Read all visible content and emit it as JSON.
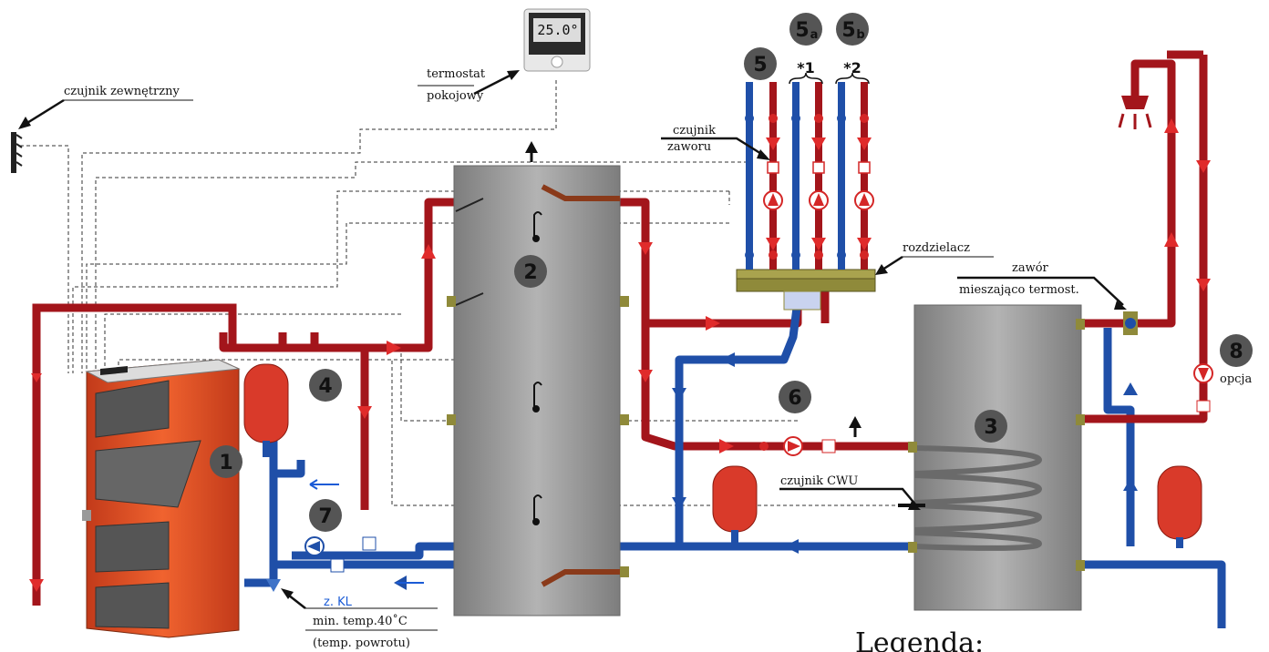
{
  "labels": {
    "outdoor_sensor": "czujnik zewnętrzny",
    "room_thermostat_1": "termostat",
    "room_thermostat_2": "pokojowy",
    "valve_sensor_1": "czujnik",
    "valve_sensor_2": "zaworu",
    "manifold": "rozdzielacz",
    "mixing_valve_1": "zawór",
    "mixing_valve_2": "mieszająco termost.",
    "dhw_sensor": "czujnik CWU",
    "optional": "opcja",
    "min_temp": "min. temp.40˚C",
    "return_temp": "(temp. powrotu)",
    "check_valve": "z. KL",
    "legend": "Legenda:",
    "thermostat_display": "25.0°"
  },
  "badges": {
    "boiler": "1",
    "buffer": "2",
    "dhw_tank": "3",
    "safety": "4",
    "circuit": "5",
    "circuit_a": "5",
    "circuit_a_sub": "a",
    "circuit_b": "5",
    "circuit_b_sub": "b",
    "pump_loading": "6",
    "pump_return": "7",
    "circulation": "8",
    "star1": "*1",
    "star2": "*2"
  },
  "colors": {
    "hot_pipe": "#a3151b",
    "cold_pipe": "#1f4fa8",
    "tank": "#9a9a9a",
    "boiler": "#e34b25",
    "vessel": "#d93a2a",
    "manifold": "#8f8a3a",
    "badge": "#555555"
  }
}
